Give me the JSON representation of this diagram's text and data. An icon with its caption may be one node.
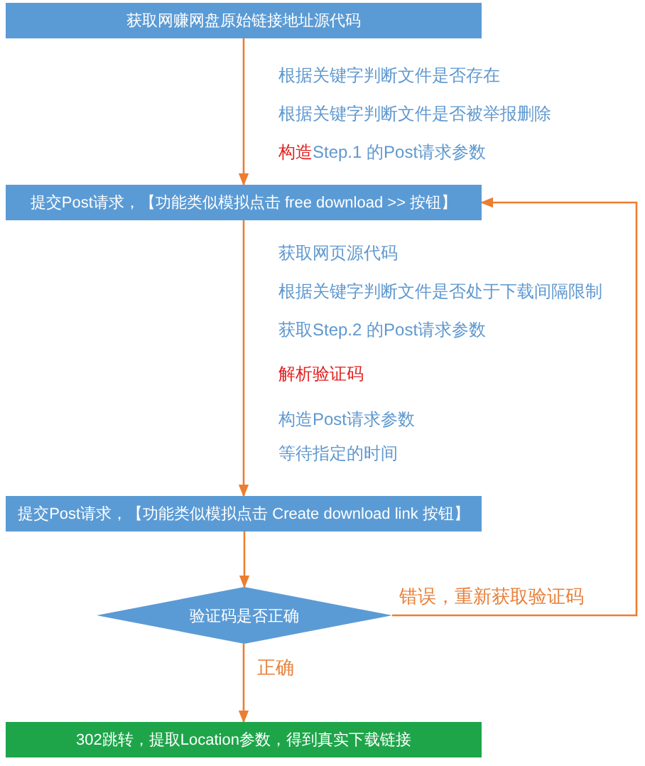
{
  "diagram": {
    "nodes": [
      {
        "text": [
          "获取网赚网盘原始链接地址源代码"
        ]
      },
      {
        "text": [
          "提交Post请求，【功能类似模拟点击 free download >> 按钮】"
        ]
      },
      {
        "text": [
          "提交Post请求，【功能类似模拟点击 Create download link 按钮】"
        ]
      },
      {
        "text": [
          "验证码是否正确"
        ]
      },
      {
        "text": [
          "302跳转，提取Location参数，得到真实下载链接"
        ]
      }
    ],
    "edges": [
      {
        "from": 0,
        "to": 1,
        "arrow": "to"
      },
      {
        "from": 1,
        "to": 2,
        "arrow": "to"
      },
      {
        "from": 2,
        "to": 3,
        "arrow": "to"
      },
      {
        "from": 3,
        "to": 1,
        "arrow": "to",
        "label": "错误，重新获取验证码"
      },
      {
        "from": 3,
        "to": 4,
        "arrow": "to",
        "label": "正确"
      }
    ],
    "labels": [
      "根据关键字判断文件是否存在",
      "根据关键字判断文件是否被举报删除",
      "**构造**Step.1 的Post请求参数",
      "获取网页源代码",
      "根据关键字判断文件是否处于下载间隔限制",
      "获取Step.2 的Post请求参数",
      "解析验证码",
      "构造Post请求参数",
      "等待指定的时间"
    ]
  }
}
